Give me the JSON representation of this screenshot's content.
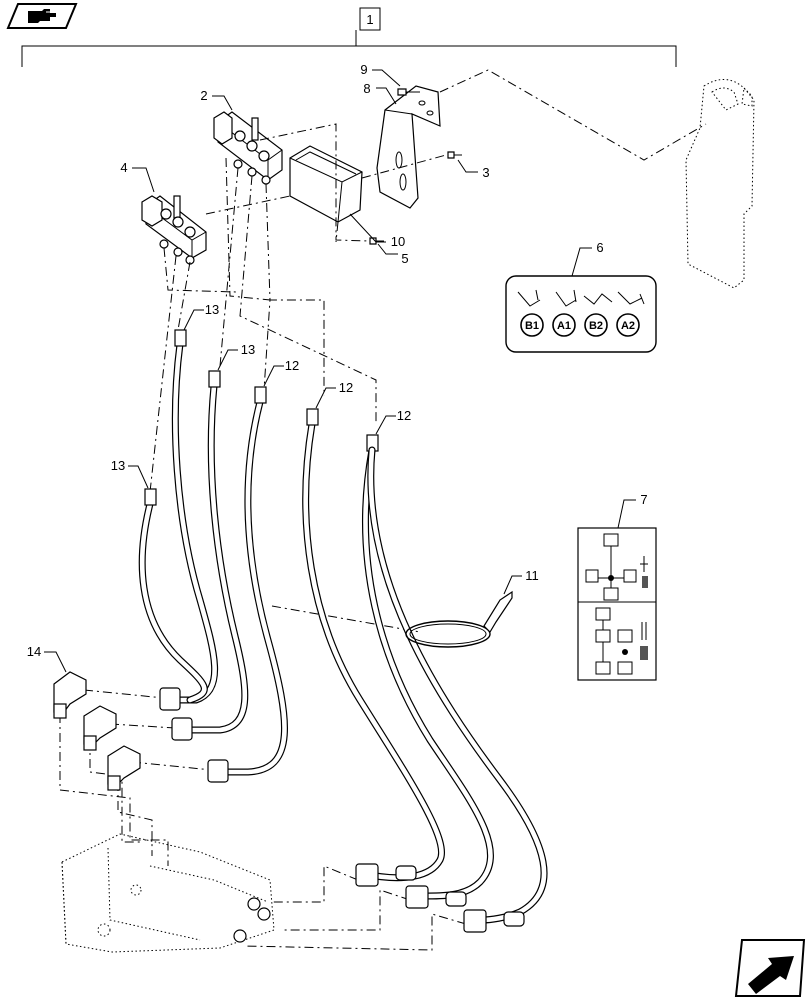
{
  "nav": {
    "back_icon": "hand-pointing-icon",
    "next_icon": "arrow-next-icon"
  },
  "assembly": {
    "label": "1"
  },
  "callouts": [
    {
      "id": "callout-1",
      "label": "1"
    },
    {
      "id": "callout-2",
      "label": "2"
    },
    {
      "id": "callout-3",
      "label": "3"
    },
    {
      "id": "callout-4",
      "label": "4"
    },
    {
      "id": "callout-5",
      "label": "5"
    },
    {
      "id": "callout-6",
      "label": "6"
    },
    {
      "id": "callout-7",
      "label": "7"
    },
    {
      "id": "callout-8",
      "label": "8"
    },
    {
      "id": "callout-9",
      "label": "9"
    },
    {
      "id": "callout-10",
      "label": "10"
    },
    {
      "id": "callout-11",
      "label": "11"
    },
    {
      "id": "callout-12a",
      "label": "12"
    },
    {
      "id": "callout-12b",
      "label": "12"
    },
    {
      "id": "callout-12c",
      "label": "12"
    },
    {
      "id": "callout-13a",
      "label": "13"
    },
    {
      "id": "callout-13b",
      "label": "13"
    },
    {
      "id": "callout-13c",
      "label": "13"
    },
    {
      "id": "callout-14",
      "label": "14"
    }
  ],
  "decal_6": {
    "badges": [
      "B1",
      "A1",
      "B2",
      "A2"
    ]
  }
}
